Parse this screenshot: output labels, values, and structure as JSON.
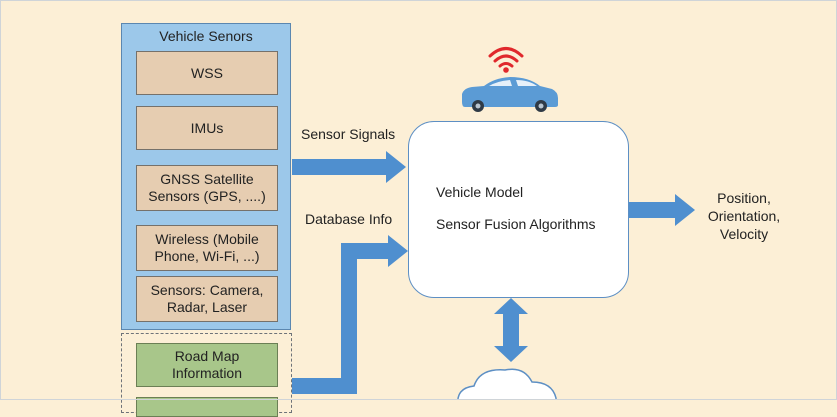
{
  "sensors": {
    "title": "Vehicle Senors",
    "items": [
      {
        "label": "WSS"
      },
      {
        "label": "IMUs"
      },
      {
        "label": "GNSS Satellite\nSensors (GPS, ....)"
      },
      {
        "label": "Wireless (Mobile\nPhone, Wi-Fi, ...)"
      },
      {
        "label": "Sensors: Camera,\nRadar, Laser"
      }
    ]
  },
  "database": {
    "items": [
      {
        "label": "Road Map\nInformation"
      }
    ]
  },
  "edges": {
    "sensor_signals": "Sensor Signals",
    "database_info": "Database Info"
  },
  "model": {
    "line1": "Vehicle Model",
    "line2": "Sensor Fusion Algorithms"
  },
  "outputs": "Position,\nOrientation,\nVelocity",
  "icons": {
    "car": "car-icon",
    "wifi": "wifi-icon",
    "cloud": "cloud-icon"
  },
  "colors": {
    "background": "#fcefd6",
    "sensor_panel": "#9cc8ea",
    "sensor_box": "#e6cdb1",
    "database_box": "#a8c68a",
    "arrow": "#4f8fcf",
    "car": "#5b9bd5",
    "wifi": "#e0282c"
  }
}
